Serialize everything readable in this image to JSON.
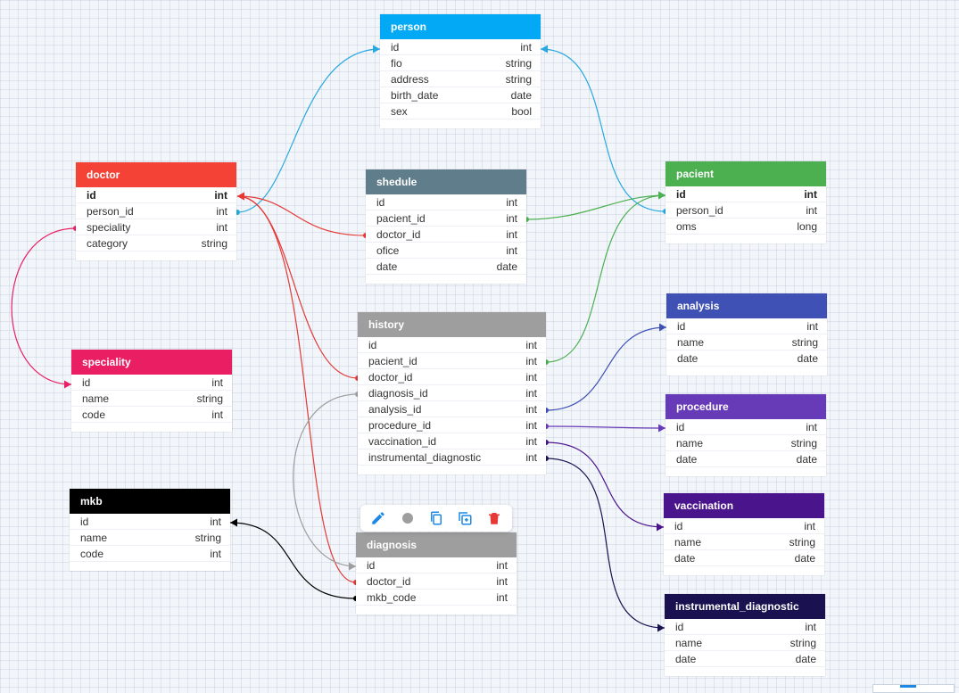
{
  "tables": [
    {
      "key": "person",
      "title": "person",
      "color": "#03a9f4",
      "rows": [
        [
          "id",
          "int"
        ],
        [
          "fio",
          "string"
        ],
        [
          "address",
          "string"
        ],
        [
          "birth_date",
          "date"
        ],
        [
          "sex",
          "bool"
        ]
      ]
    },
    {
      "key": "doctor",
      "title": "doctor",
      "color": "#f44336",
      "rows": [
        [
          "id",
          "int"
        ],
        [
          "person_id",
          "int"
        ],
        [
          "speciality",
          "int"
        ],
        [
          "category",
          "string"
        ]
      ]
    },
    {
      "key": "shedule",
      "title": "shedule",
      "color": "#607d8b",
      "rows": [
        [
          "id",
          "int"
        ],
        [
          "pacient_id",
          "int"
        ],
        [
          "doctor_id",
          "int"
        ],
        [
          "ofice",
          "int"
        ],
        [
          "date",
          "date"
        ]
      ]
    },
    {
      "key": "pacient",
      "title": "pacient",
      "color": "#4caf50",
      "rows": [
        [
          "id",
          "int"
        ],
        [
          "person_id",
          "int"
        ],
        [
          "oms",
          "long"
        ]
      ]
    },
    {
      "key": "speciality",
      "title": "speciality",
      "color": "#e91e63",
      "rows": [
        [
          "id",
          "int"
        ],
        [
          "name",
          "string"
        ],
        [
          "code",
          "int"
        ]
      ]
    },
    {
      "key": "history",
      "title": "history",
      "color": "#9e9e9e",
      "rows": [
        [
          "id",
          "int"
        ],
        [
          "pacient_id",
          "int"
        ],
        [
          "doctor_id",
          "int"
        ],
        [
          "diagnosis_id",
          "int"
        ],
        [
          "analysis_id",
          "int"
        ],
        [
          "procedure_id",
          "int"
        ],
        [
          "vaccination_id",
          "int"
        ],
        [
          "instrumental_diagnostic",
          "int"
        ]
      ]
    },
    {
      "key": "analysis",
      "title": "analysis",
      "color": "#3f51b5",
      "rows": [
        [
          "id",
          "int"
        ],
        [
          "name",
          "string"
        ],
        [
          "date",
          "date"
        ]
      ]
    },
    {
      "key": "procedure",
      "title": "procedure",
      "color": "#673ab7",
      "rows": [
        [
          "id",
          "int"
        ],
        [
          "name",
          "string"
        ],
        [
          "date",
          "date"
        ]
      ]
    },
    {
      "key": "mkb",
      "title": "mkb",
      "color": "#000000",
      "rows": [
        [
          "id",
          "int"
        ],
        [
          "name",
          "string"
        ],
        [
          "code",
          "int"
        ]
      ]
    },
    {
      "key": "diagnosis",
      "title": "diagnosis",
      "color": "#9e9e9e",
      "rows": [
        [
          "id",
          "int"
        ],
        [
          "doctor_id",
          "int"
        ],
        [
          "mkb_code",
          "int"
        ]
      ]
    },
    {
      "key": "vaccination",
      "title": "vaccination",
      "color": "#4a148c",
      "rows": [
        [
          "id",
          "int"
        ],
        [
          "name",
          "string"
        ],
        [
          "date",
          "date"
        ]
      ]
    },
    {
      "key": "instrumental_diagnostic",
      "title": "instrumental_diagnostic",
      "color": "#1a1150",
      "rows": [
        [
          "id",
          "int"
        ],
        [
          "name",
          "string"
        ],
        [
          "date",
          "date"
        ]
      ]
    }
  ],
  "toolbar": {
    "icons": [
      "edit-icon",
      "color-icon",
      "copy-icon",
      "duplicate-icon",
      "delete-icon"
    ],
    "accent": "#1e88e5",
    "danger": "#e53935"
  }
}
